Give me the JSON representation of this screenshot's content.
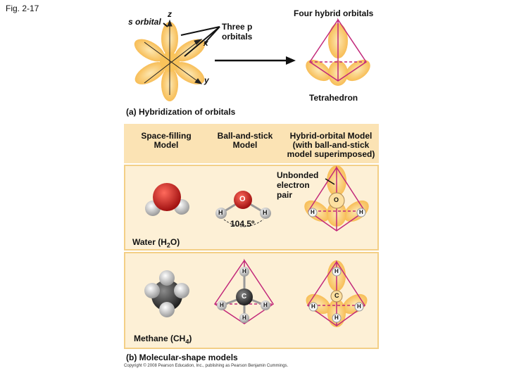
{
  "figure_label": "Fig. 2-17",
  "part_a": {
    "s_orbital": "s orbital",
    "axis_z": "z",
    "axis_x": "x",
    "axis_y": "y",
    "three_p_line1": "Three p",
    "three_p_line2": "orbitals",
    "four_hybrid": "Four hybrid orbitals",
    "tetrahedron": "Tetrahedron",
    "caption": "(a)  Hybridization of orbitals"
  },
  "part_b": {
    "col1_line1": "Space-filling",
    "col1_line2": "Model",
    "col2_line1": "Ball-and-stick",
    "col2_line2": "Model",
    "col3_line1": "Hybrid-orbital Model",
    "col3_line2": "(with ball-and-stick",
    "col3_line3": "model superimposed)",
    "unbonded_line1": "Unbonded",
    "unbonded_line2": "electron",
    "unbonded_line3": "pair",
    "angle": "104.5º",
    "water_prefix": "Water (H",
    "water_sub": "2",
    "water_suffix": "O)",
    "methane_prefix": "Methane (CH",
    "methane_sub": "4",
    "methane_suffix": ")",
    "caption": "(b)  Molecular-shape models",
    "atom_o": "O",
    "atom_h": "H",
    "atom_c": "C"
  },
  "copyright": "Copyright © 2008 Pearson Education, Inc., publishing as Pearson Benjamin Cummings.",
  "colors": {
    "orbital": "#f9c35a",
    "header_bg": "#fbe3b4",
    "cell_bg": "#fdf0d6",
    "tetra_line": "#c2287a",
    "oxygen": "#d9251c",
    "carbon": "#444444"
  }
}
